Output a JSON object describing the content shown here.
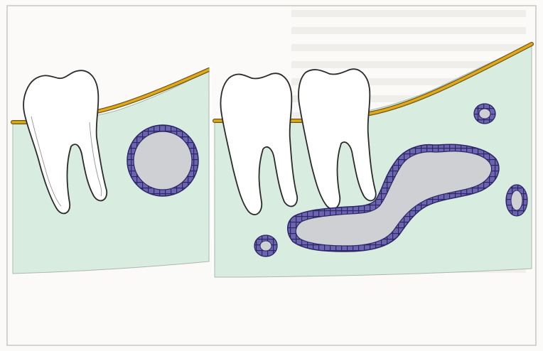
{
  "figure": {
    "panels": [
      {
        "id": "left",
        "teeth": 1,
        "cysts": [
          {
            "shape": "round",
            "count": 1
          }
        ]
      },
      {
        "id": "right",
        "teeth": 2,
        "cysts": [
          {
            "shape": "irregular-large",
            "count": 1
          },
          {
            "shape": "small-oval",
            "count": 3
          }
        ]
      }
    ],
    "colors": {
      "paper": "#fbfaf8",
      "frame": "#c9c6c0",
      "bone": "#d9ece0",
      "bone_edge": "#a9b8ad",
      "gingiva_line": "#e0a81c",
      "gingiva_edge": "#6b5410",
      "tooth_fill": "#ffffff",
      "tooth_edge": "#2a2a2a",
      "cyst_lumen": "#cfd0d3",
      "cyst_lining": "#6d64b0",
      "cyst_lining_dark": "#2c2766",
      "background_text": "#e4e2df"
    }
  }
}
